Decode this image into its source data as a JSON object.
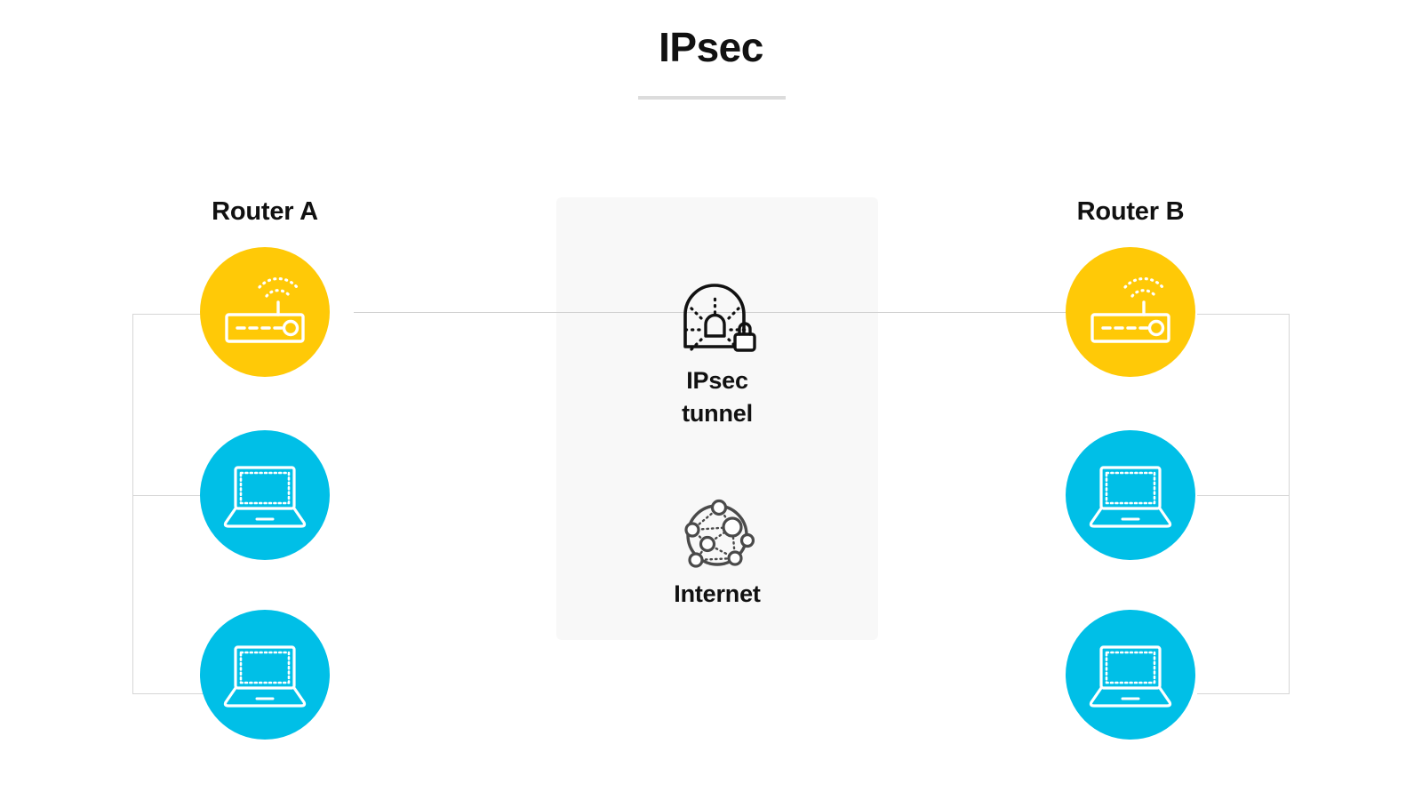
{
  "page": {
    "title": "IPsec",
    "background": "#ffffff"
  },
  "colors": {
    "router_circle": "#ffc907",
    "laptop_circle": "#00bfe7",
    "panel_background": "#f8f8f8",
    "line": "#d6d6d6",
    "icon_dark": "#111111",
    "internet_icon": "#4a4a4a",
    "text": "#111111",
    "rule": "#dcdcdc"
  },
  "left_group": {
    "label": "Router A",
    "nodes": [
      {
        "type": "router",
        "icon": "router-icon"
      },
      {
        "type": "laptop",
        "icon": "laptop-icon"
      },
      {
        "type": "laptop",
        "icon": "laptop-icon"
      }
    ]
  },
  "right_group": {
    "label": "Router B",
    "nodes": [
      {
        "type": "router",
        "icon": "router-icon"
      },
      {
        "type": "laptop",
        "icon": "laptop-icon"
      },
      {
        "type": "laptop",
        "icon": "laptop-icon"
      }
    ]
  },
  "center_panel": {
    "tunnel": {
      "icon": "ipsec-tunnel-lock-icon",
      "caption_line1": "IPsec",
      "caption_line2": "tunnel"
    },
    "internet": {
      "icon": "internet-network-icon",
      "caption": "Internet"
    }
  }
}
